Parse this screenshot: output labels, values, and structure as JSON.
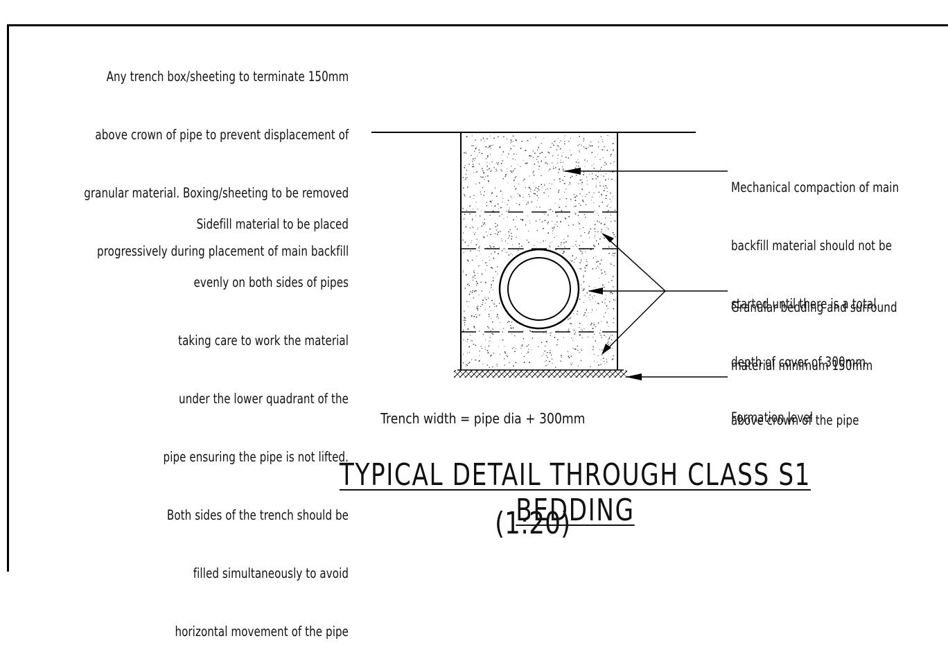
{
  "notes": {
    "boxing": [
      "Any trench box/sheeting to terminate 150mm",
      "above crown of pipe to prevent displacement of",
      "granular material. Boxing/sheeting to be removed",
      "progressively during placement of main backfill"
    ],
    "sidefill": [
      "Sidefill material to be placed",
      "evenly on both sides of pipes",
      "taking care to work the material",
      "under the lower quadrant of the",
      "pipe ensuring the pipe is not lifted.",
      "Both sides of the trench should be",
      "filled simultaneously to avoid",
      "horizontal movement of the pipe"
    ],
    "compaction": [
      "Mechanical compaction of main",
      "backfill material should not be",
      "started until there is a total",
      "depth of cover of 300mm",
      "above crown of the pipe"
    ],
    "granular": [
      "Granular bedding and surround",
      "material minimum 150mm"
    ],
    "formation": "Formation level"
  },
  "trench_width_label": "Trench width = pipe dia + 300mm",
  "title": "TYPICAL DETAIL THROUGH CLASS S1 BEDDING",
  "scale": "(1:20)"
}
